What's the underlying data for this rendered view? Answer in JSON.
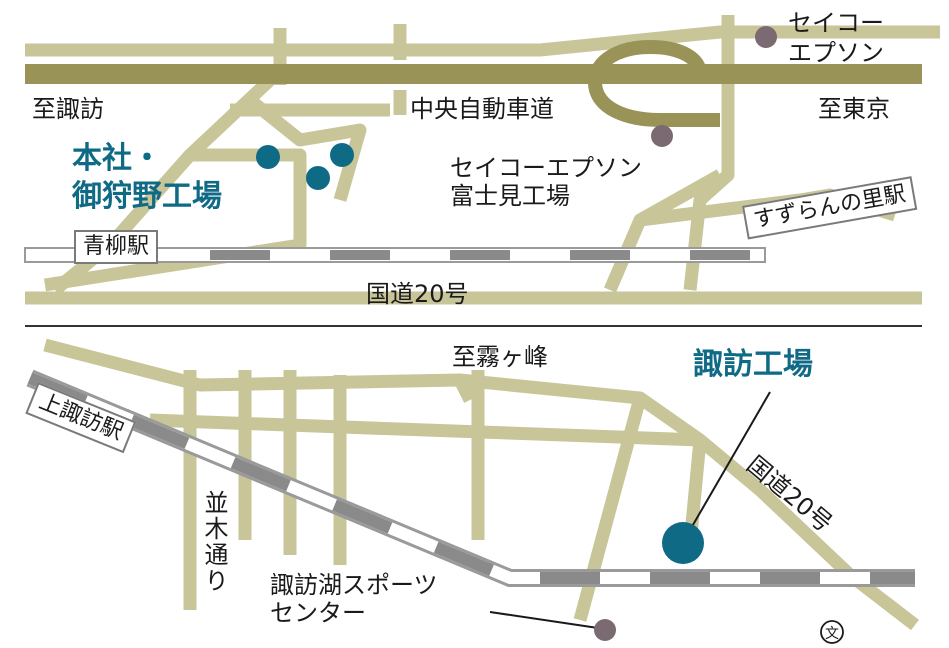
{
  "colors": {
    "road": "#c8c598",
    "expressway": "#999358",
    "rail_dark": "#8a8a8a",
    "rail_light": "#ffffff",
    "rail_edge": "#9a9a9a",
    "divider": "#333333",
    "highlight_text": "#0f6a86",
    "highlight_dot": "#0f6a86",
    "poi_dot": "#7c6a72"
  },
  "top_map": {
    "expressway_label": "中央自動車道",
    "toward_left": "至諏訪",
    "toward_right": "至東京",
    "hq_label_line1": "本社・",
    "hq_label_line2": "御狩野工場",
    "plant_label_line1": "セイコーエプソン",
    "plant_label_line2": "富士見工場",
    "poi_label_line1": "セイコー",
    "poi_label_line2": "エプソン",
    "station_left": "青柳駅",
    "station_right": "すずらんの里駅",
    "route_label": "国道20号"
  },
  "bottom_map": {
    "toward_top": "至霧ヶ峰",
    "factory_label": "諏訪工場",
    "station_left": "上諏訪駅",
    "street_label": "並木通り",
    "route_label": "国道20号",
    "poi_label_line1": "諏訪湖スポーツ",
    "poi_label_line2": "センター",
    "school_symbol": "文",
    "school": "school-symbol"
  },
  "icons": {
    "poi": "location-dot-icon",
    "target": "facility-dot-icon",
    "school": "school-icon"
  }
}
